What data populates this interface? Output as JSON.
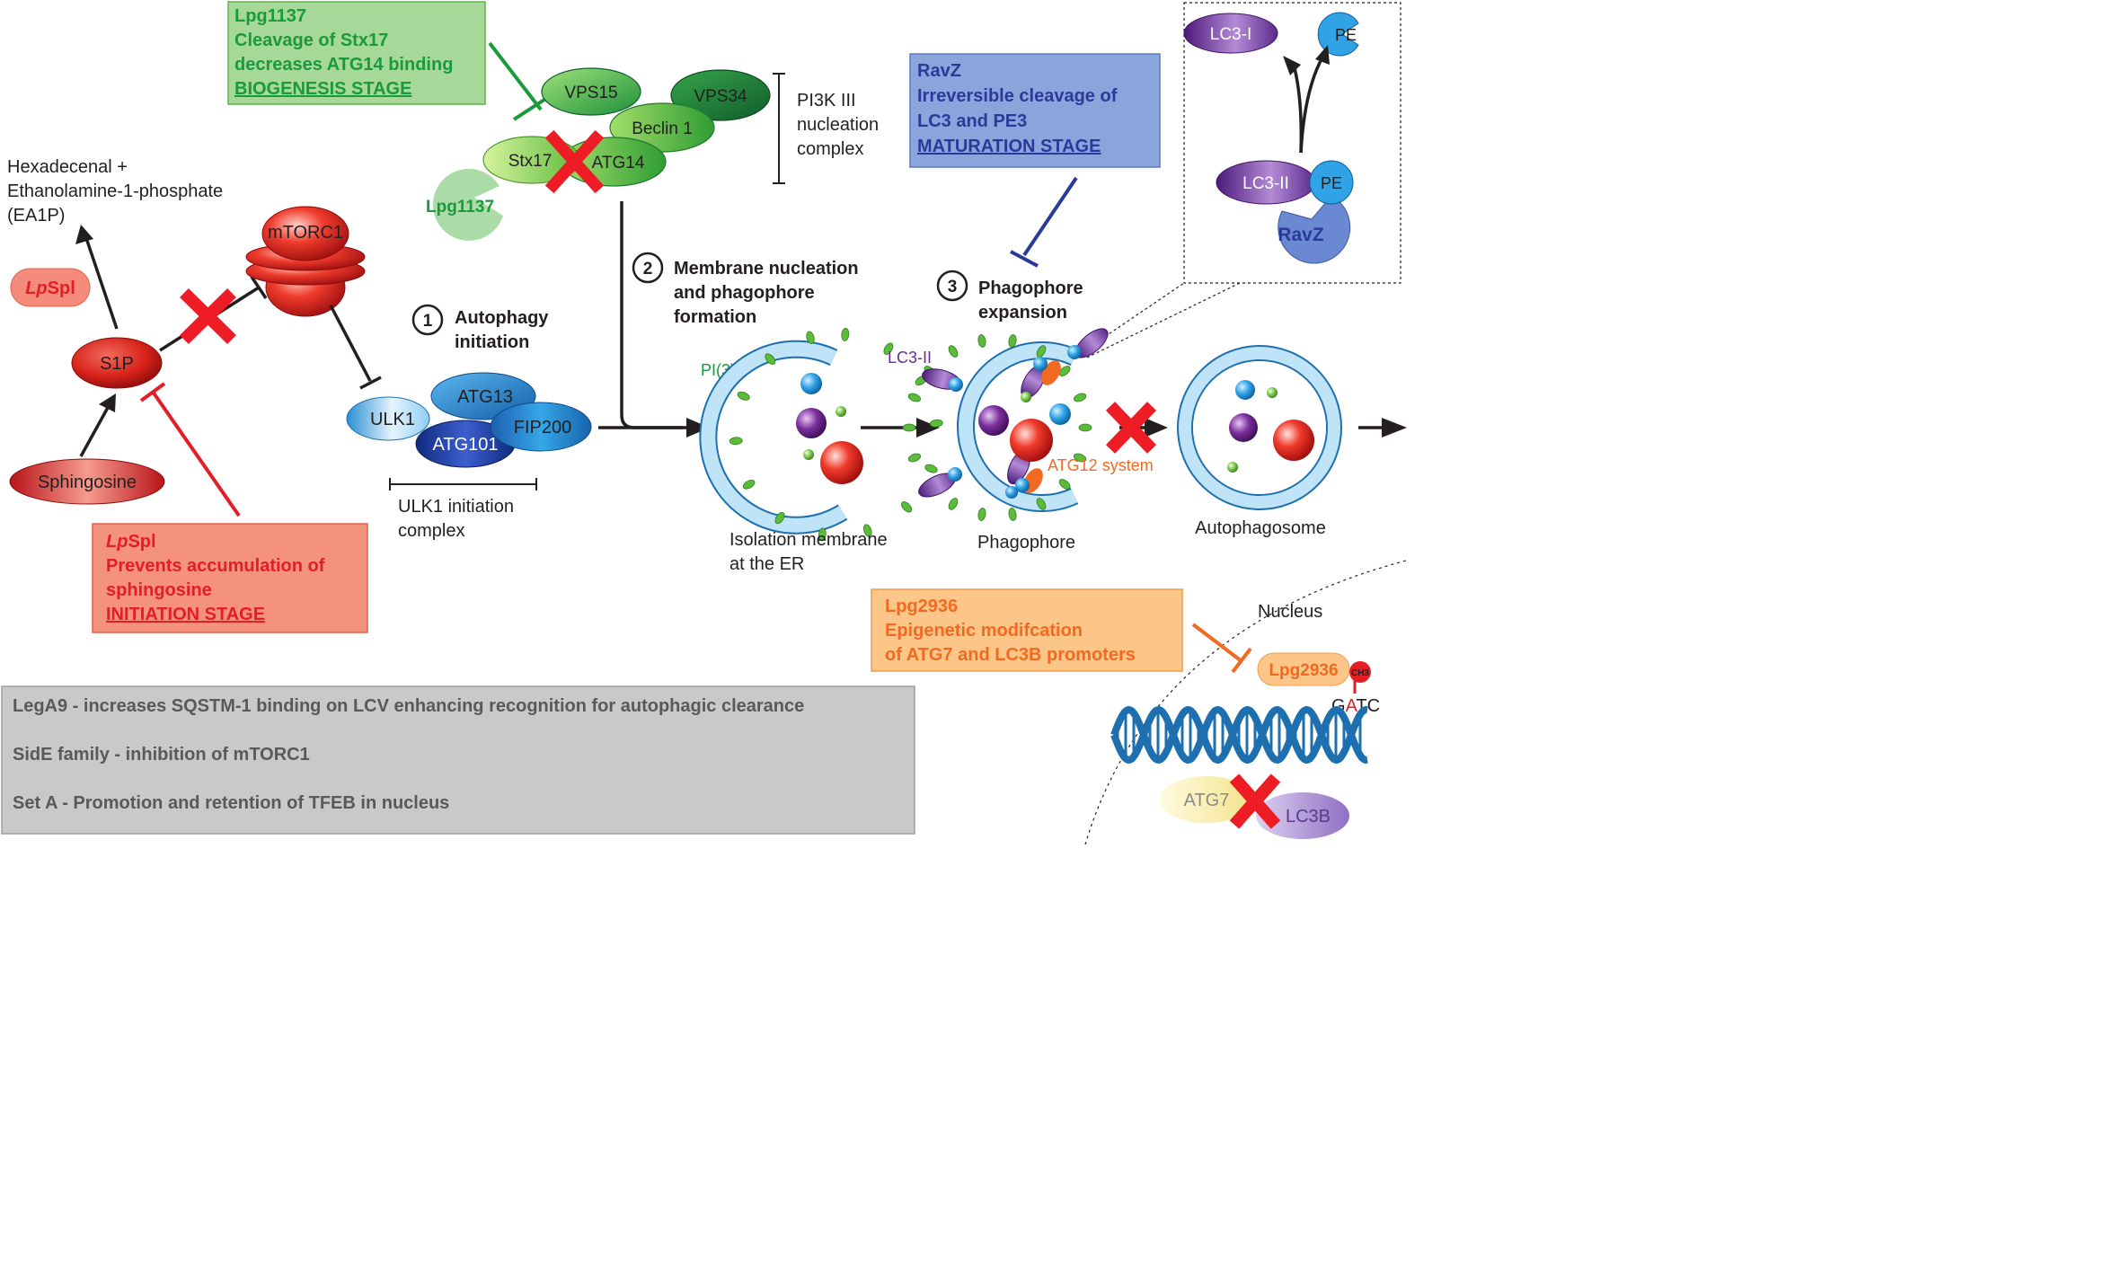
{
  "lpg1137_box": {
    "line1": "Lpg1137",
    "line2": "Cleavage of Stx17",
    "line3": "decreases ATG14 binding",
    "line4": "BIOGENESIS STAGE"
  },
  "ravz_box": {
    "line1": "RavZ",
    "line2": "Irreversible cleavage of",
    "line3": "LC3 and PE3",
    "line4": "MATURATION STAGE"
  },
  "lpspl_box": {
    "line1_italic": "Lp",
    "line1_rest": "Spl",
    "line2": "Prevents accumulation of",
    "line3": "sphingosine",
    "line4": "INITIATION STAGE"
  },
  "lpg2936_box": {
    "line1": "Lpg2936",
    "line2": "Epigenetic modifcation",
    "line3": "of ATG7 and LC3B promoters"
  },
  "gray_box": {
    "line1": "LegA9 - increases SQSTM-1 binding on LCV enhancing recognition for autophagic clearance",
    "line2": "SidE family - inhibition of mTORC1",
    "line3": "Set A - Promotion and retention of TFEB in nucleus"
  },
  "pi3k": {
    "vps15": "VPS15",
    "vps34": "VPS34",
    "beclin1": "Beclin 1",
    "stx17": "Stx17",
    "atg14": "ATG14",
    "lpg1137": "Lpg1137",
    "label_line1": "PI3K III",
    "label_line2": "nucleation",
    "label_line3": "complex"
  },
  "ulk1": {
    "ulk1": "ULK1",
    "atg13": "ATG13",
    "fip200": "FIP200",
    "atg101": "ATG101",
    "label_line1": "ULK1 initiation",
    "label_line2": "complex"
  },
  "sphingo": {
    "products_line1": "Hexadecenal +",
    "products_line2": "Ethanolamine-1-phosphate",
    "products_line3": "(EA1P)",
    "lpspl_italic": "Lp",
    "lpspl_rest": "Spl",
    "s1p": "S1P",
    "sphingosine": "Sphingosine",
    "mtorc1": "mTORC1"
  },
  "steps": {
    "s1_num": "1",
    "s1_line1": "Autophagy",
    "s1_line2": "initiation",
    "s2_num": "2",
    "s2_line1": "Membrane nucleation",
    "s2_line2": "and phagophore",
    "s2_line3": "formation",
    "s3_num": "3",
    "s3_line1": "Phagophore",
    "s3_line2": "expansion"
  },
  "membranes": {
    "pi3p": "PI(3)P",
    "isolation_line1": "Isolation membrane",
    "isolation_line2": "at the ER",
    "lc3ii": "LC3-II",
    "atg12": "ATG12 system",
    "phagophore": "Phagophore",
    "autophagosome": "Autophagosome"
  },
  "inset": {
    "lc3i": "LC3-I",
    "pe_top": "PE",
    "lc3ii": "LC3-II",
    "pe": "PE",
    "ravz": "RavZ"
  },
  "nucleus": {
    "label": "Nucleus",
    "lpg2936": "Lpg2936",
    "ch3": "CH3",
    "g": "G",
    "a": "A",
    "tc": "TC",
    "atg7": "ATG7",
    "lc3b": "LC3B"
  },
  "colors": {
    "green_box": "#a6d89a",
    "blue_box": "#8aa4dc",
    "red_box": "#f4927c",
    "orange_box": "#fbc688",
    "gray_box": "#c8c9cb",
    "green_text": "#1a9a3a",
    "blue_text": "#2b3a9a",
    "red_text": "#e41e26",
    "orange_text": "#f26a21",
    "cross_red": "#ee1c25"
  }
}
